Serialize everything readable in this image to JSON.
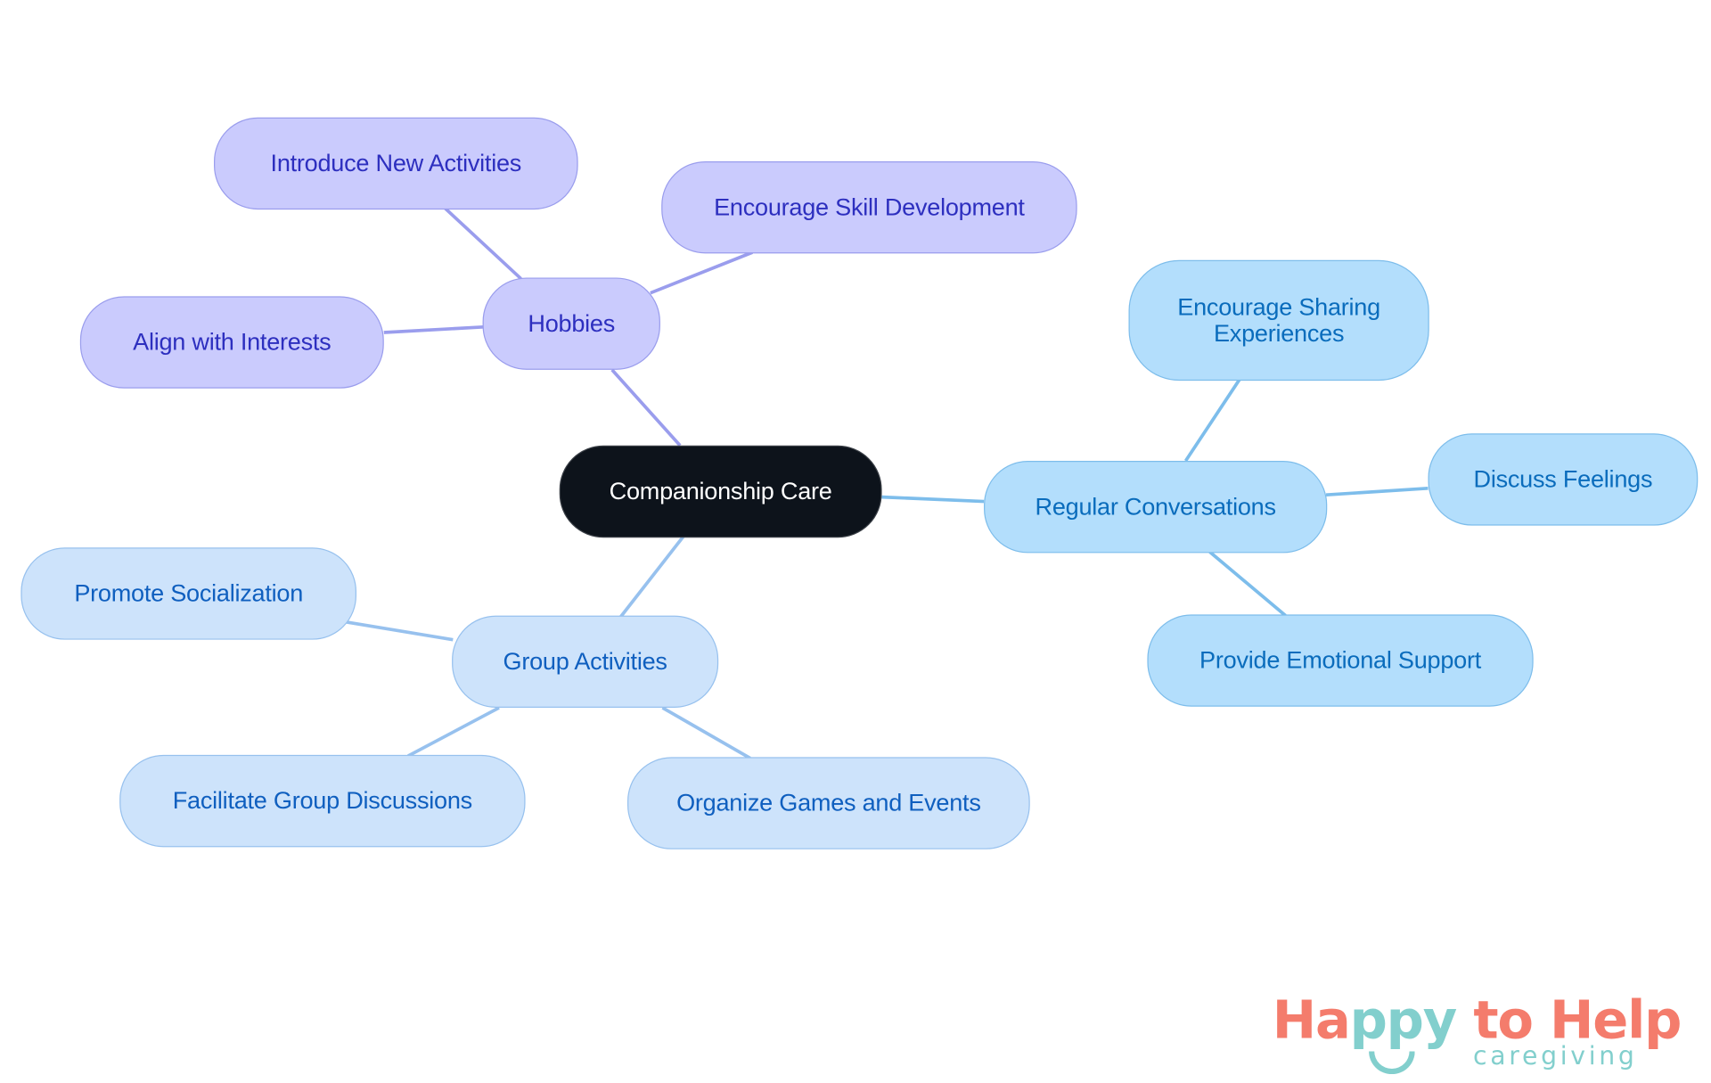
{
  "diagram": {
    "type": "mind-map",
    "colors": {
      "root_fill": "#0d131b",
      "root_text": "#ffffff",
      "purple_fill": "#cacbfd",
      "purple_stroke": "#9a9ded",
      "purple_text": "#2d2fbf",
      "sky_fill": "#b3defc",
      "sky_stroke": "#7dbdeb",
      "sky_text": "#0a6cbc",
      "pale_fill": "#cde3fb",
      "pale_stroke": "#97c1ee",
      "pale_text": "#0f5fbf"
    },
    "root": {
      "label": "Companionship Care"
    },
    "branches": [
      {
        "label": "Hobbies",
        "theme": "purple",
        "children": [
          {
            "label": "Introduce New Activities"
          },
          {
            "label": "Encourage Skill Development"
          },
          {
            "label": "Align with Interests"
          }
        ]
      },
      {
        "label": "Regular Conversations",
        "theme": "sky",
        "children": [
          {
            "label": "Encourage Sharing\nExperiences"
          },
          {
            "label": "Discuss Feelings"
          },
          {
            "label": "Provide Emotional Support"
          }
        ]
      },
      {
        "label": "Group Activities",
        "theme": "pale",
        "children": [
          {
            "label": "Promote Socialization"
          },
          {
            "label": "Facilitate Group Discussions"
          },
          {
            "label": "Organize Games and Events"
          }
        ]
      }
    ]
  },
  "logo": {
    "happy_prefix": "Ha",
    "happy_pp": "ppy",
    "rest": " to Help",
    "subtitle": "caregiving",
    "coral": "#f47c6c",
    "teal": "#82cfcd"
  }
}
